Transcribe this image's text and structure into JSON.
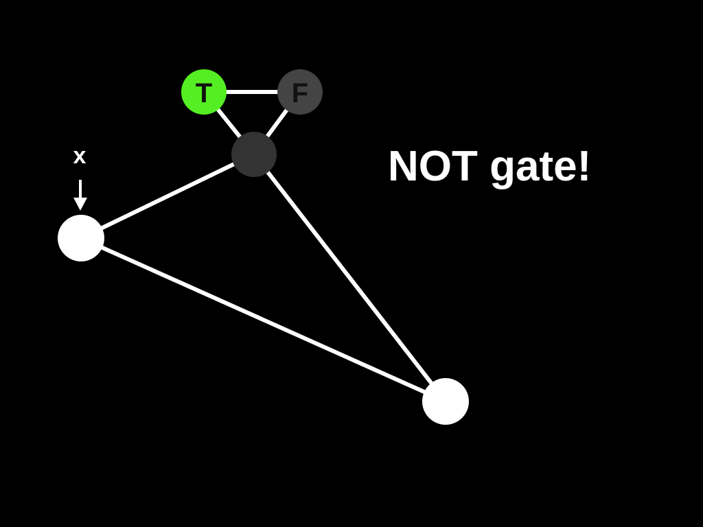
{
  "slide": {
    "title": "NOT gate!"
  },
  "graph": {
    "true_node": {
      "label": "T",
      "color": "#55ee22",
      "text_color": "#111111"
    },
    "false_node": {
      "label": "F",
      "color": "#444444",
      "text_color": "#111111"
    },
    "gate_node": {
      "color": "#333333"
    },
    "input_node": {
      "color": "#ffffff"
    },
    "output_node": {
      "color": "#ffffff"
    },
    "input_variable": {
      "label": "x",
      "color": "#ffffff"
    },
    "edge_color": "#ffffff"
  }
}
